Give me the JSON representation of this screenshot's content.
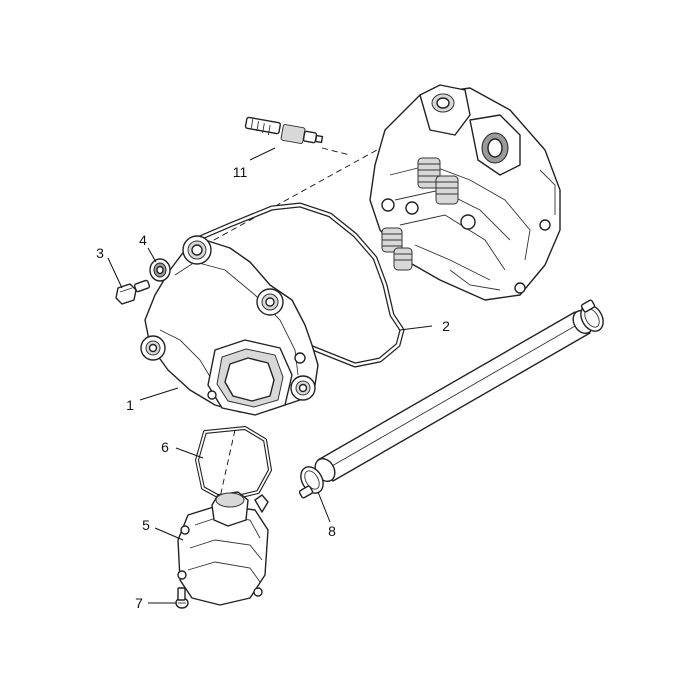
{
  "callouts": {
    "c1": "1",
    "c2": "2",
    "c3": "3",
    "c4": "4",
    "c5": "5",
    "c6": "6",
    "c7": "7",
    "c8": "8",
    "c11": "11"
  }
}
